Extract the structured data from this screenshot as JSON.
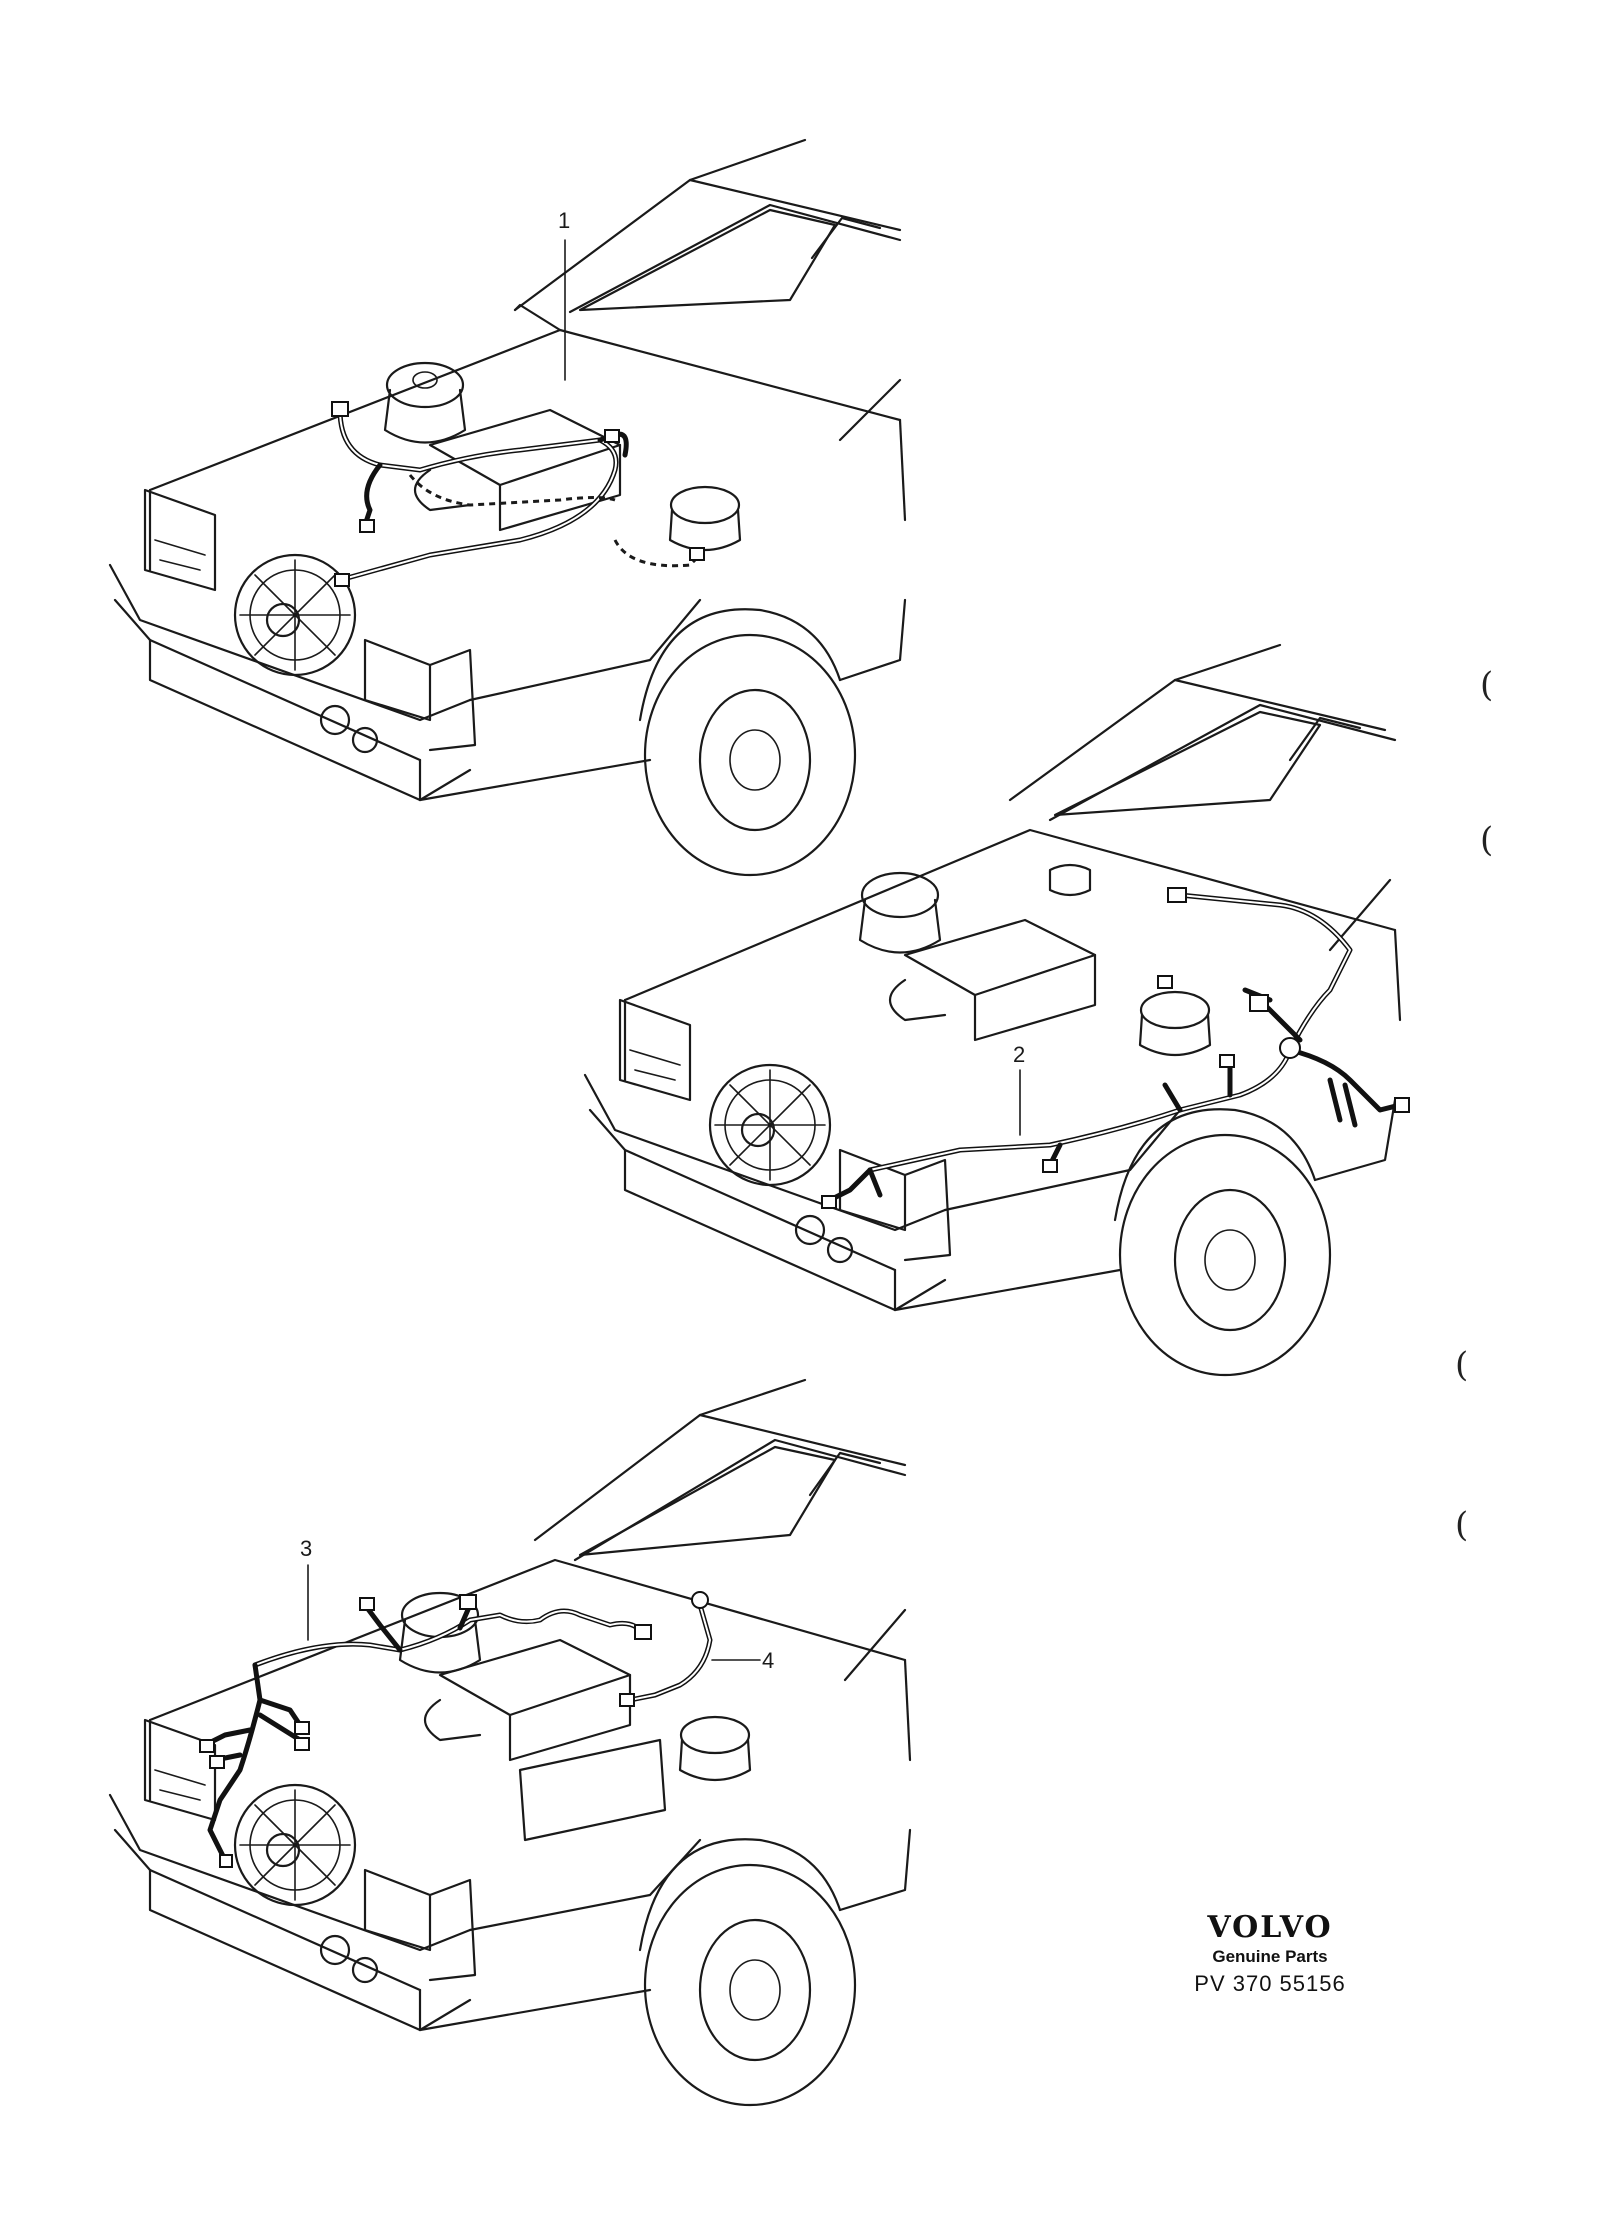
{
  "callouts": [
    {
      "id": "1",
      "label": "1"
    },
    {
      "id": "2",
      "label": "2"
    },
    {
      "id": "3",
      "label": "3"
    },
    {
      "id": "4",
      "label": "4"
    }
  ],
  "brand": {
    "logo": "VOLVO",
    "subtitle": "Genuine Parts",
    "code": "PV 370 55156"
  },
  "margin_marks": [
    "(",
    "(",
    "(",
    "("
  ]
}
